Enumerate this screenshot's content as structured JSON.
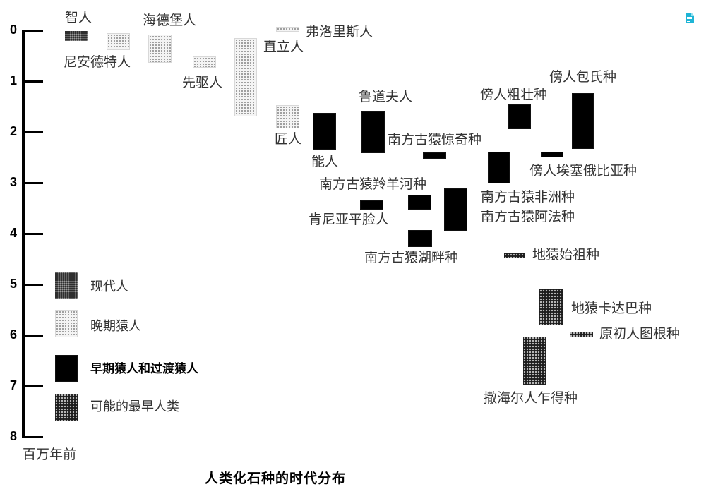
{
  "chart_data": {
    "type": "range-bar",
    "title": "人类化石种的时代分布",
    "ylabel": "百万年前",
    "xlabel": "",
    "ylim": [
      0,
      8
    ],
    "y_inverted": true,
    "yticks": [
      "0",
      "1",
      "2",
      "3",
      "4",
      "5",
      "6",
      "7",
      "8"
    ],
    "grid": false,
    "legend_position": "lower-left",
    "legend": [
      {
        "key": "modern",
        "label": "现代人"
      },
      {
        "key": "late",
        "label": "晚期猿人"
      },
      {
        "key": "early",
        "label": "早期猿人和过渡猿人"
      },
      {
        "key": "earliest",
        "label": "可能的最早人类"
      }
    ],
    "species": [
      {
        "name": "智人",
        "category": "modern",
        "start_mya": 0.2,
        "end_mya": 0.01
      },
      {
        "name": "尼安德特人",
        "category": "late",
        "start_mya": 0.4,
        "end_mya": 0.05
      },
      {
        "name": "海德堡人",
        "category": "late",
        "start_mya": 0.65,
        "end_mya": 0.1
      },
      {
        "name": "先驱人",
        "category": "late",
        "start_mya": 0.75,
        "end_mya": 0.5
      },
      {
        "name": "直立人",
        "category": "late",
        "start_mya": 1.7,
        "end_mya": 0.15
      },
      {
        "name": "弗洛里斯人",
        "category": "late",
        "start_mya": 0.1,
        "end_mya": 0.0
      },
      {
        "name": "匠人",
        "category": "late",
        "start_mya": 1.95,
        "end_mya": 1.45
      },
      {
        "name": "能人",
        "category": "early",
        "start_mya": 2.35,
        "end_mya": 1.6
      },
      {
        "name": "鲁道夫人",
        "category": "early",
        "start_mya": 2.4,
        "end_mya": 1.6
      },
      {
        "name": "南方古猿惊奇种",
        "category": "early",
        "start_mya": 2.5,
        "end_mya": 2.4
      },
      {
        "name": "傍人粗壮种",
        "category": "early",
        "start_mya": 1.95,
        "end_mya": 1.45
      },
      {
        "name": "傍人包氏种",
        "category": "early",
        "start_mya": 2.35,
        "end_mya": 1.25
      },
      {
        "name": "傍人埃塞俄比亚种",
        "category": "early",
        "start_mya": 2.5,
        "end_mya": 2.4
      },
      {
        "name": "南方古猿非洲种",
        "category": "early",
        "start_mya": 3.0,
        "end_mya": 2.4
      },
      {
        "name": "南方古猿羚羊河种",
        "category": "early",
        "start_mya": 3.55,
        "end_mya": 3.25
      },
      {
        "name": "肯尼亚平脸人",
        "category": "early",
        "start_mya": 3.55,
        "end_mya": 3.35
      },
      {
        "name": "南方古猿阿法种",
        "category": "early",
        "start_mya": 3.95,
        "end_mya": 3.1
      },
      {
        "name": "南方古猿湖畔种",
        "category": "early",
        "start_mya": 4.25,
        "end_mya": 3.95
      },
      {
        "name": "地猿始祖种",
        "category": "earliest",
        "start_mya": 4.5,
        "end_mya": 4.4
      },
      {
        "name": "地猿卡达巴种",
        "category": "earliest",
        "start_mya": 5.8,
        "end_mya": 5.1
      },
      {
        "name": "原初人图根种",
        "category": "earliest",
        "start_mya": 6.05,
        "end_mya": 5.95
      },
      {
        "name": "撒海尔人乍得种",
        "category": "earliest",
        "start_mya": 7.0,
        "end_mya": 6.0
      }
    ]
  },
  "axis": {
    "ticks": [
      "0",
      "1",
      "2",
      "3",
      "4",
      "5",
      "6",
      "7",
      "8"
    ],
    "unit": "百万年前"
  },
  "labels": {
    "zhiren": "智人",
    "neanderthal": "尼安德特人",
    "heidelberg": "海德堡人",
    "antecessor": "先驱人",
    "erectus": "直立人",
    "floresiensis": "弗洛里斯人",
    "ergaster": "匠人",
    "habilis": "能人",
    "rudolfensis": "鲁道夫人",
    "garhi": "南方古猿惊奇种",
    "robustus": "傍人粗壮种",
    "boisei": "傍人包氏种",
    "aethiopicus": "傍人埃塞俄比亚种",
    "africanus": "南方古猿非洲种",
    "bahrelghazali": "南方古猿羚羊河种",
    "kenyanthropus": "肯尼亚平脸人",
    "afarensis": "南方古猿阿法种",
    "anamensis": "南方古猿湖畔种",
    "ramidus": "地猿始祖种",
    "kadabba": "地猿卡达巴种",
    "orrorin": "原初人图根种",
    "sahelanthropus": "撒海尔人乍得种"
  },
  "legend": {
    "modern": "现代人",
    "late": "晚期猿人",
    "early": "早期猿人和过渡猿人",
    "earliest": "可能的最早人类"
  },
  "title": "人类化石种的时代分布",
  "icons": {
    "corner": "document-icon",
    "corner_color": "#1fb5d6"
  }
}
